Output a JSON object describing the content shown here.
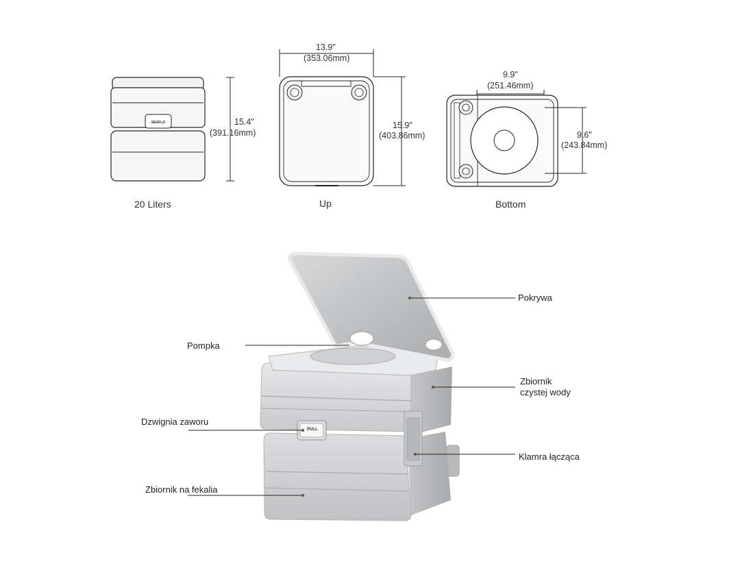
{
  "views": {
    "side": {
      "label": "20 Liters",
      "height_in": "15.4\"",
      "height_mm": "(391.16mm)",
      "logo": "SEAFLO"
    },
    "up": {
      "label": "Up",
      "width_in": "13.9\"",
      "width_mm": "(353.06mm)",
      "depth_in": "15.9\"",
      "depth_mm": "(403.86mm)"
    },
    "bottom": {
      "label": "Bottom",
      "width_in": "9.9\"",
      "width_mm": "(251.46mm)",
      "depth_in": "9.6\"",
      "depth_mm": "(243.84mm)"
    }
  },
  "callouts": {
    "lid": "Pokrywa",
    "pump": "Pompka",
    "fresh_tank_line1": "Zbiornik",
    "fresh_tank_line2": "czystej wody",
    "valve": "Dzwignia zaworu",
    "latch": "Klamra łącząca",
    "waste_tank": "Zbiornik na fekalia"
  },
  "product": {
    "pull_label": "PULL"
  }
}
